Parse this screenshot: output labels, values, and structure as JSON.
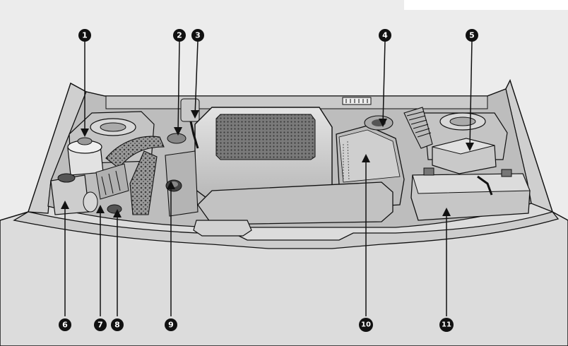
{
  "diagram": {
    "colors": {
      "background": "#ececec",
      "panel": "#d9d9d9",
      "body_fill": "#c9c9c9",
      "shade": "#a8a8a8",
      "dark": "#3a3a3a",
      "line": "#111111",
      "callout_fill": "#111111",
      "callout_text": "#ffffff"
    },
    "callouts": [
      {
        "id": "1",
        "label": "1"
      },
      {
        "id": "2",
        "label": "2"
      },
      {
        "id": "3",
        "label": "3"
      },
      {
        "id": "4",
        "label": "4"
      },
      {
        "id": "5",
        "label": "5"
      },
      {
        "id": "6",
        "label": "6"
      },
      {
        "id": "7",
        "label": "7"
      },
      {
        "id": "8",
        "label": "8"
      },
      {
        "id": "9",
        "label": "9"
      },
      {
        "id": "10",
        "label": "10"
      },
      {
        "id": "11",
        "label": "11"
      }
    ]
  }
}
